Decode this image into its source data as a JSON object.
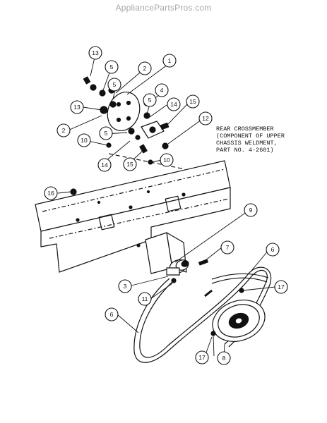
{
  "site": {
    "watermark": "AppliancePartsPros.com"
  },
  "annotation": {
    "line1": "REAR CROSSMEMBER",
    "line2": "(COMPONENT OF UPPER",
    "line3": "CHASSIS WELDMENT,",
    "line4": "PART NO. 4-2601)"
  },
  "callouts": [
    {
      "id": "c1",
      "text": "1"
    },
    {
      "id": "c2a",
      "text": "2"
    },
    {
      "id": "c2b",
      "text": "2"
    },
    {
      "id": "c3",
      "text": "3"
    },
    {
      "id": "c4",
      "text": "4"
    },
    {
      "id": "c5a",
      "text": "5"
    },
    {
      "id": "c5b",
      "text": "5"
    },
    {
      "id": "c5c",
      "text": "5"
    },
    {
      "id": "c5d",
      "text": "5"
    },
    {
      "id": "c6a",
      "text": "6"
    },
    {
      "id": "c6b",
      "text": "6"
    },
    {
      "id": "c7",
      "text": "7"
    },
    {
      "id": "c8",
      "text": "8"
    },
    {
      "id": "c9",
      "text": "9"
    },
    {
      "id": "c10a",
      "text": "10"
    },
    {
      "id": "c10b",
      "text": "10"
    },
    {
      "id": "c11",
      "text": "11"
    },
    {
      "id": "c12",
      "text": "12"
    },
    {
      "id": "c13a",
      "text": "13"
    },
    {
      "id": "c13b",
      "text": "13"
    },
    {
      "id": "c14a",
      "text": "14"
    },
    {
      "id": "c14b",
      "text": "14"
    },
    {
      "id": "c15a",
      "text": "15"
    },
    {
      "id": "c15b",
      "text": "15"
    },
    {
      "id": "c16",
      "text": "16"
    },
    {
      "id": "c17a",
      "text": "17"
    },
    {
      "id": "c17b",
      "text": "17"
    }
  ]
}
